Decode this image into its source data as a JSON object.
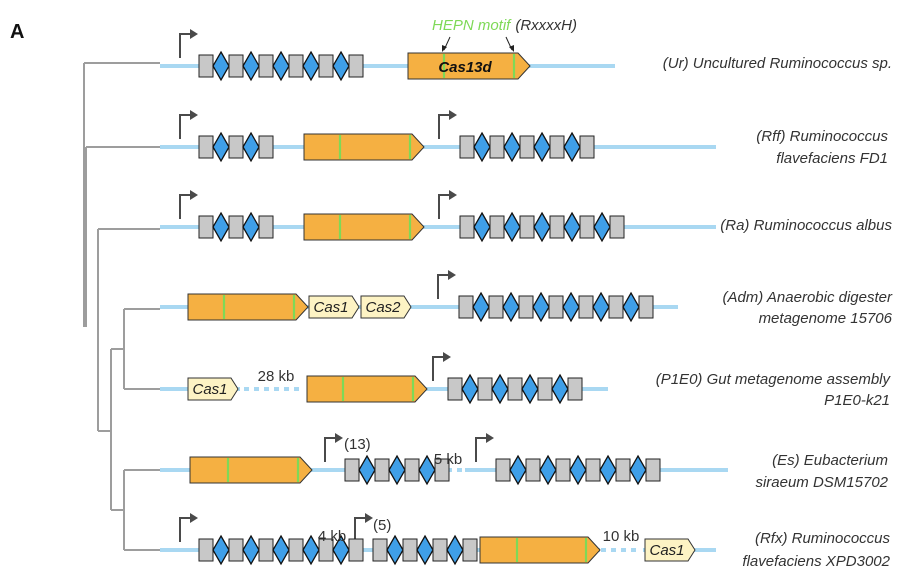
{
  "panel_label": "A",
  "motif": {
    "name": "HEPN motif",
    "seq": "(RxxxxH)",
    "color": "#7ed957"
  },
  "colors": {
    "backbone": "#a9d8f2",
    "tree": "#9d9d9d",
    "cas13": "#f5b042",
    "cas_accessory": "#fdf3c4",
    "repeat": "#c8c8c8",
    "spacer": "#3f9fe8",
    "promoter": "#4a4a4a"
  },
  "rows": [
    {
      "name": "Uncultured Ruminococcus sp.",
      "label_lines": [
        "(Ur) Uncultured Ruminococcus sp."
      ],
      "cas13_label": "Cas13d",
      "accessory": [],
      "gaps": [],
      "counts": []
    },
    {
      "name": "Ruminococcus flavefaciens FD1",
      "label_lines": [
        "(Rff) Ruminococcus",
        "flavefaciens FD1"
      ],
      "cas13_label": "",
      "accessory": [],
      "gaps": [],
      "counts": []
    },
    {
      "name": "Ruminococcus albus",
      "label_lines": [
        "(Ra) Ruminococcus albus"
      ],
      "cas13_label": "",
      "accessory": [],
      "gaps": [],
      "counts": []
    },
    {
      "name": "Anaerobic digester metagenome 15706",
      "label_lines": [
        "(Adm) Anaerobic digester",
        "metagenome 15706"
      ],
      "cas13_label": "",
      "accessory": [
        "Cas1",
        "Cas2"
      ],
      "gaps": [],
      "counts": []
    },
    {
      "name": "Gut metagenome assembly P1E0-k21",
      "label_lines": [
        "(P1E0) Gut metagenome assembly",
        "P1E0-k21"
      ],
      "cas13_label": "",
      "accessory": [
        "Cas1"
      ],
      "gaps": [
        "28 kb"
      ],
      "counts": []
    },
    {
      "name": "Eubacterium siraeum DSM15702",
      "label_lines": [
        "(Es) Eubacterium",
        "siraeum DSM15702"
      ],
      "cas13_label": "",
      "accessory": [],
      "gaps": [
        "5 kb"
      ],
      "counts": [
        "(13)"
      ]
    },
    {
      "name": "Ruminococcus flavefaciens XPD3002",
      "label_lines": [
        "(Rfx) Ruminococcus",
        "flavefaciens XPD3002"
      ],
      "cas13_label": "",
      "accessory": [
        "Cas1"
      ],
      "gaps": [
        "4 kb",
        "10 kb"
      ],
      "counts": [
        "(5)"
      ]
    }
  ]
}
